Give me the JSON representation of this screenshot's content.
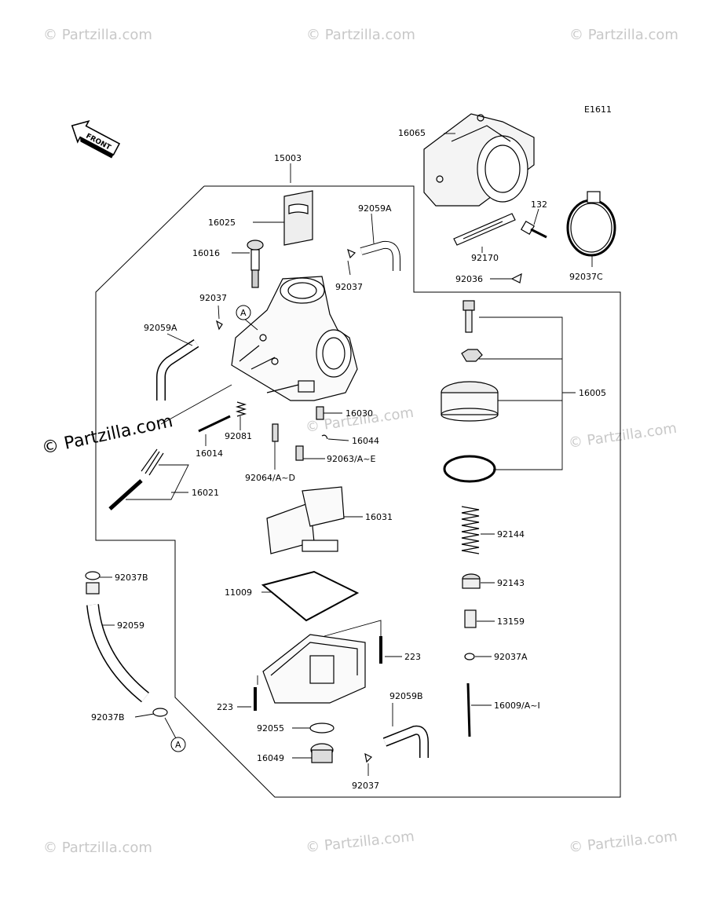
{
  "diagram": {
    "code": "E1611",
    "front_label": "FRONT",
    "callout": "A",
    "watermark": "© Partzilla.com",
    "watermark_main": "© Partzilla.com",
    "parts": {
      "p16065": "16065",
      "p15003": "15003",
      "p16025": "16025",
      "p92059A_top": "92059A",
      "p16016": "16016",
      "p92037_top": "92037",
      "p92037_left": "92037",
      "p92059A_left": "92059A",
      "p132": "132",
      "p92170": "92170",
      "p92036": "92036",
      "p92037C": "92037C",
      "p16005": "16005",
      "p16030": "16030",
      "p92081": "92081",
      "p16014": "16014",
      "p16044": "16044",
      "p92063": "92063/A~E",
      "p92064": "92064/A~D",
      "p16021": "16021",
      "p16031": "16031",
      "p92144": "92144",
      "p92037B_top": "92037B",
      "p92143": "92143",
      "p11009": "11009",
      "p92059": "92059",
      "p13159": "13159",
      "p223_right": "223",
      "p92037A": "92037A",
      "p92059B": "92059B",
      "p223_left": "223",
      "p16009": "16009/A~I",
      "p92037B_bottom": "92037B",
      "p92055": "92055",
      "p16049": "16049",
      "p92037_bottom": "92037"
    }
  }
}
